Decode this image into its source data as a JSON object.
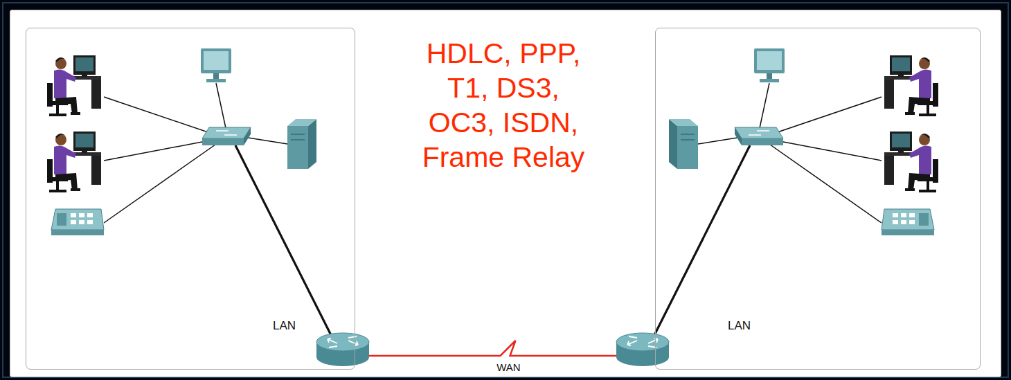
{
  "diagram": {
    "nodes": [
      {
        "text": [
          "LAN"
        ]
      },
      {
        "text": [
          "LAN"
        ]
      }
    ],
    "edges": [
      {
        "from": 0,
        "to": 1,
        "arrow": "none",
        "label": "WAN"
      }
    ],
    "labels": [
      "HDLC, PPP, T1, DS3, OC3, ISDN, Frame Relay"
    ]
  }
}
